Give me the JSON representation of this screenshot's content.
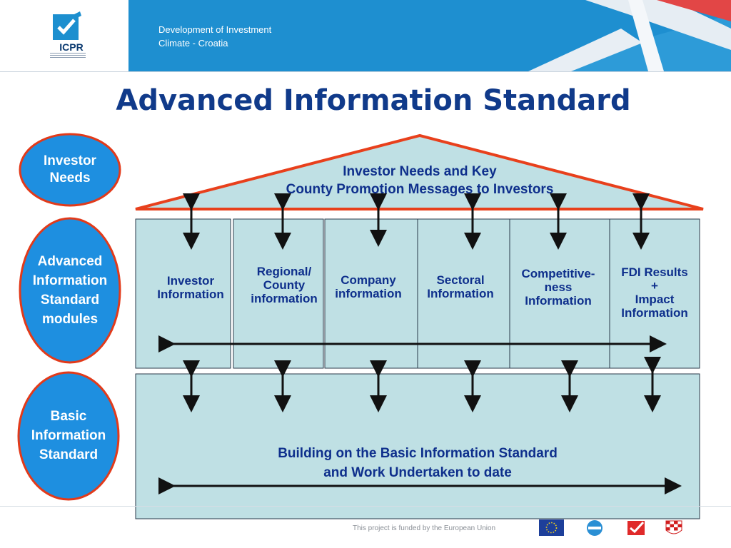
{
  "header": {
    "logo_text": "ICPR",
    "title_line1": "Development of Investment",
    "title_line2": "Climate - Croatia"
  },
  "slide": {
    "title": "Advanced Information Standard"
  },
  "side_labels": [
    {
      "line1": "Investor",
      "line2": "Needs"
    },
    {
      "line1": "Advanced",
      "line2": "Information",
      "line3": "Standard",
      "line4": "modules"
    },
    {
      "line1": "Basic",
      "line2": "Information",
      "line3": "Standard"
    }
  ],
  "roof": {
    "line1": "Investor Needs and Key",
    "line2": "County Promotion Messages to Investors"
  },
  "modules": [
    {
      "line1": "Investor",
      "line2": "Information"
    },
    {
      "line1": "Regional/",
      "line2": "County",
      "line3": "information"
    },
    {
      "line1": "Company",
      "line2": "information"
    },
    {
      "line1": "Sectoral",
      "line2": "Information"
    },
    {
      "line1": "Competitive-",
      "line2": "ness",
      "line3": "Information"
    },
    {
      "line1": "FDI Results",
      "line2": "+",
      "line3": "Impact",
      "line4": "Information"
    }
  ],
  "base": {
    "line1": "Building on the Basic Information Standard",
    "line2": "and Work Undertaken to date"
  },
  "footer": {
    "text": "This project is funded by the European Union",
    "logos": [
      "eu-flag-icon",
      "idi-logo-icon",
      "red-check-logo-icon",
      "croatia-coat-of-arms-icon"
    ]
  },
  "colors": {
    "header_blue": "#1e8fd0",
    "title_navy": "#103a8a",
    "text_navy": "#0e2f8c",
    "box_fill": "#bfe0e4",
    "ellipse_blue": "#1e8fe0",
    "ellipse_border": "#e23a1a",
    "roof_border": "#e8401c"
  }
}
